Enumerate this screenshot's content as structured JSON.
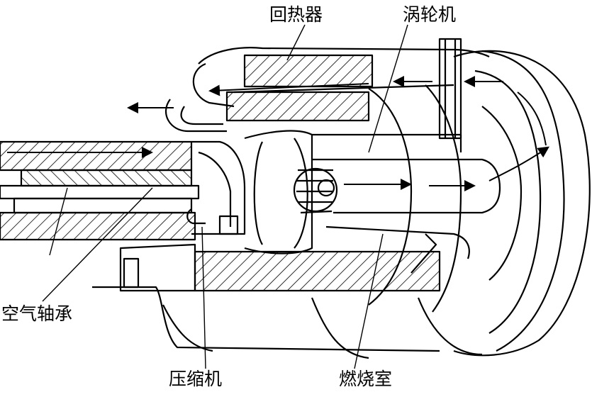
{
  "diagram": {
    "labels": {
      "recuperator": "回热器",
      "turbine": "涡轮机",
      "air_bearing": "空气轴承",
      "compressor": "压缩机",
      "combustor": "燃烧室"
    },
    "line_color": "#000000",
    "background": "#ffffff"
  }
}
